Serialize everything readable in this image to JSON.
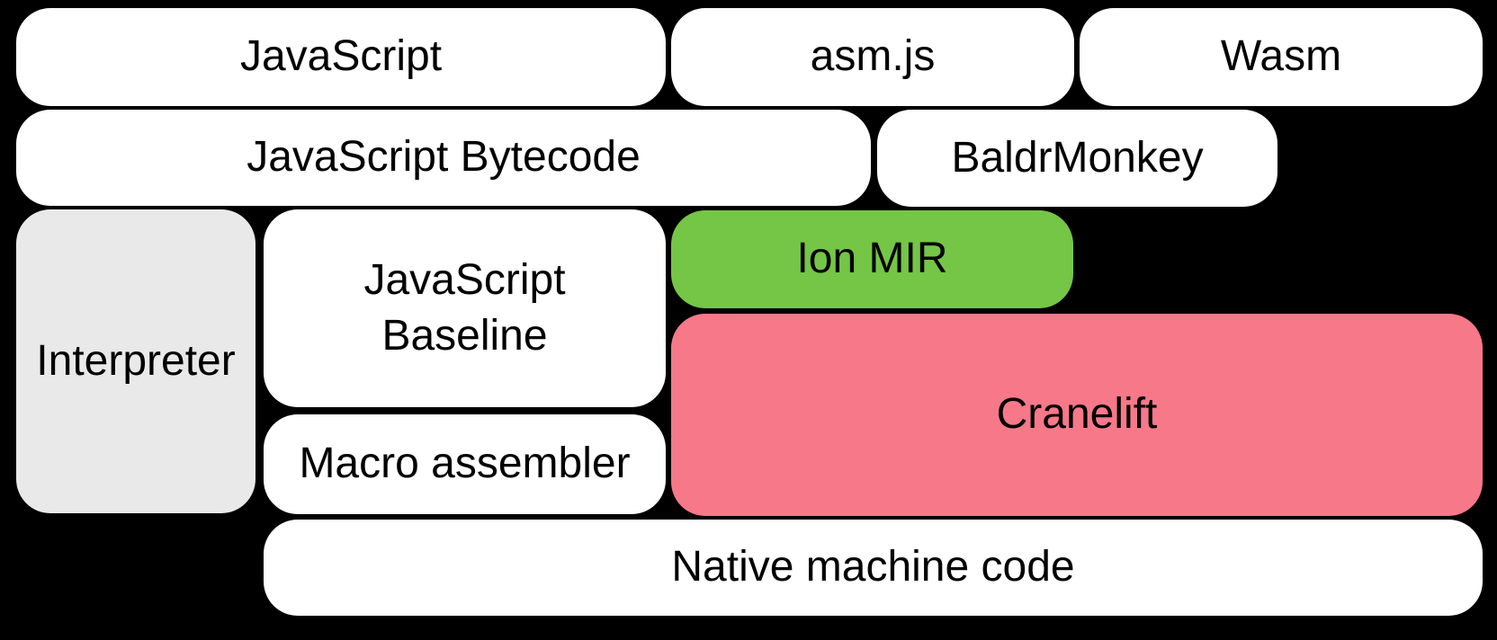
{
  "colors": {
    "background": "#000000",
    "box_default": "#ffffff",
    "interpreter_gray": "#e9e9e9",
    "ion_mir_green": "#75c546",
    "cranelift_pink": "#f67889",
    "text": "#000000"
  },
  "boxes": {
    "javascript": {
      "label": "JavaScript"
    },
    "asmjs": {
      "label": "asm.js"
    },
    "wasm": {
      "label": "Wasm"
    },
    "js_bytecode": {
      "label": "JavaScript Bytecode"
    },
    "baldrmonkey": {
      "label": "BaldrMonkey"
    },
    "interpreter": {
      "label": "Interpreter"
    },
    "js_baseline": {
      "label": "JavaScript\nBaseline"
    },
    "ion_mir": {
      "label": "Ion MIR"
    },
    "cranelift": {
      "label": "Cranelift"
    },
    "macro_assembler": {
      "label": "Macro assembler"
    },
    "native_machine_code": {
      "label": "Native machine code"
    }
  }
}
